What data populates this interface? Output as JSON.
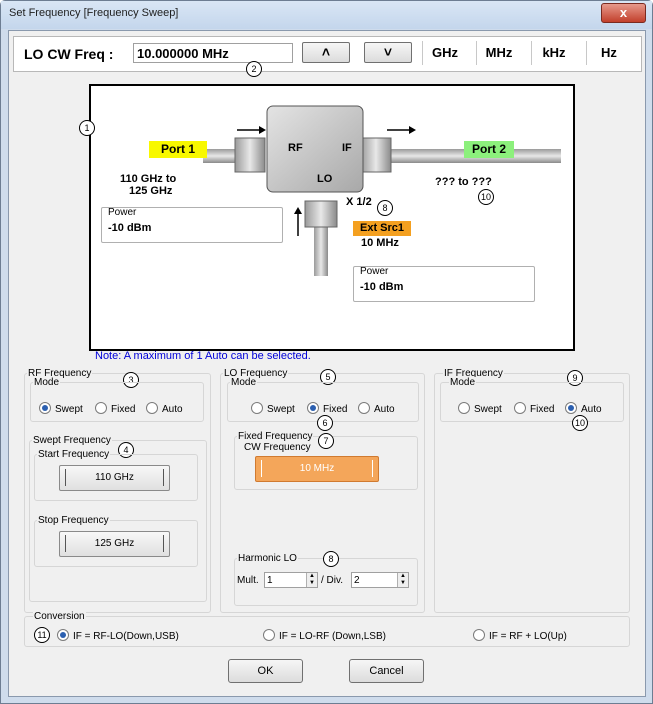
{
  "window": {
    "title": "Set Frequency [Frequency Sweep]",
    "close": "x"
  },
  "lo_bar": {
    "label": "LO CW Freq :",
    "value": "10.000000 MHz",
    "up": "˄",
    "down": "˅",
    "units": [
      "GHz",
      "MHz",
      "kHz",
      "Hz"
    ]
  },
  "diagram": {
    "port1": "Port 1",
    "port2": "Port 2",
    "rf": "RF",
    "if": "IF",
    "lo": "LO",
    "rf_range_1": "110 GHz to",
    "rf_range_2": "125 GHz",
    "if_range": "??? to ???",
    "x_half": "X 1/2",
    "ext_src": "Ext Src1",
    "ext_freq": "10 MHz",
    "power_label": "Power",
    "power_rf": "-10 dBm",
    "power_lo": "-10 dBm"
  },
  "note": "Note:  A maximum of 1 Auto can be selected.",
  "markers": {
    "m1": "1",
    "m2": "2",
    "m3": "3",
    "m4": "4",
    "m5": "5",
    "m6": "6",
    "m7": "7",
    "m8": "8",
    "m9": "9",
    "m10": "10",
    "m11": "11"
  },
  "rf": {
    "title": "RF Frequency",
    "mode": "Mode",
    "options": [
      "Swept",
      "Fixed",
      "Auto"
    ],
    "selected": "Swept",
    "swept_title": "Swept Frequency",
    "start_label": "Start Frequency",
    "start_value": "110 GHz",
    "stop_label": "Stop Frequency",
    "stop_value": "125 GHz"
  },
  "lo": {
    "title": "LO Frequency",
    "mode": "Mode",
    "options": [
      "Swept",
      "Fixed",
      "Auto"
    ],
    "selected": "Fixed",
    "fixed_title": "Fixed Frequency",
    "cw_label": "CW Frequency",
    "cw_value": "10 MHz",
    "harmonic_title": "Harmonic LO",
    "mult_label": "Mult.",
    "mult_value": "1",
    "div_label": "/ Div.",
    "div_value": "2"
  },
  "if": {
    "title": "IF Frequency",
    "mode": "Mode",
    "options": [
      "Swept",
      "Fixed",
      "Auto"
    ],
    "selected": "Auto"
  },
  "conversion": {
    "title": "Conversion",
    "options": [
      "IF = RF-LO(Down,USB)",
      "IF = LO-RF (Down,LSB)",
      "IF = RF + LO(Up)"
    ],
    "selected": "IF = RF-LO(Down,USB)"
  },
  "buttons": {
    "ok": "OK",
    "cancel": "Cancel"
  },
  "colors": {
    "port1": "#f8f800",
    "port2": "#8cf07c",
    "ext_src": "#f4a020",
    "cw_fill": "#f4a65a",
    "note": "#0000d8"
  }
}
